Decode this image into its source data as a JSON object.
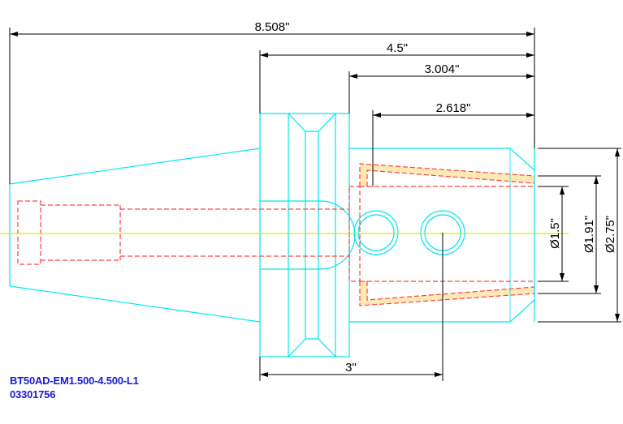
{
  "part": {
    "model": "BT50AD-EM1.500-4.500-L1",
    "number": "03301756"
  },
  "dimensions": {
    "overall_length": "8.508\"",
    "gauge_to_end": "4.5\"",
    "bore_depth": "3.004\"",
    "taper_depth": "2.618\"",
    "screw_position": "3\"",
    "bore_diameter": "Ø1.5\"",
    "taper_diameter": "Ø1.91\"",
    "nose_diameter": "Ø2.75\""
  },
  "colors": {
    "outline": "#00e5ee",
    "hidden": "#ff4040",
    "centerline": "#e6e600",
    "dimension": "#000000",
    "highlight": "#fde9b5",
    "label": "#1a1ad6"
  }
}
